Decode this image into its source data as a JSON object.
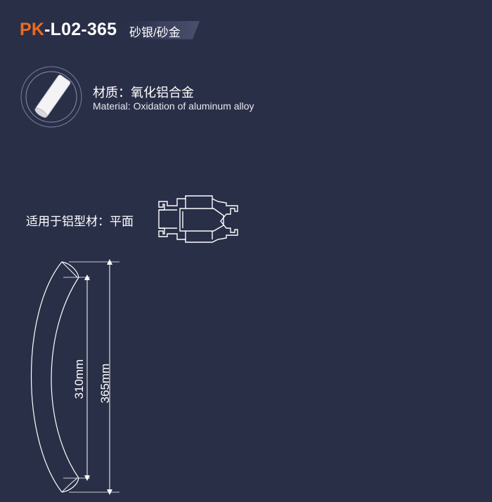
{
  "header": {
    "code_prefix": "PK",
    "code_rest": "-L02-365",
    "finish": "砂银/砂金"
  },
  "material": {
    "label_cn": "材质：氧化铝合金",
    "label_en": "Material: Oxidation of aluminum alloy"
  },
  "profile": {
    "label": "适用于铝型材：平面"
  },
  "dimensions": {
    "inner": "310mm",
    "outer": "365mm"
  },
  "colors": {
    "background": "#2a2f48",
    "accent": "#ee6a1f",
    "text": "#ffffff"
  }
}
